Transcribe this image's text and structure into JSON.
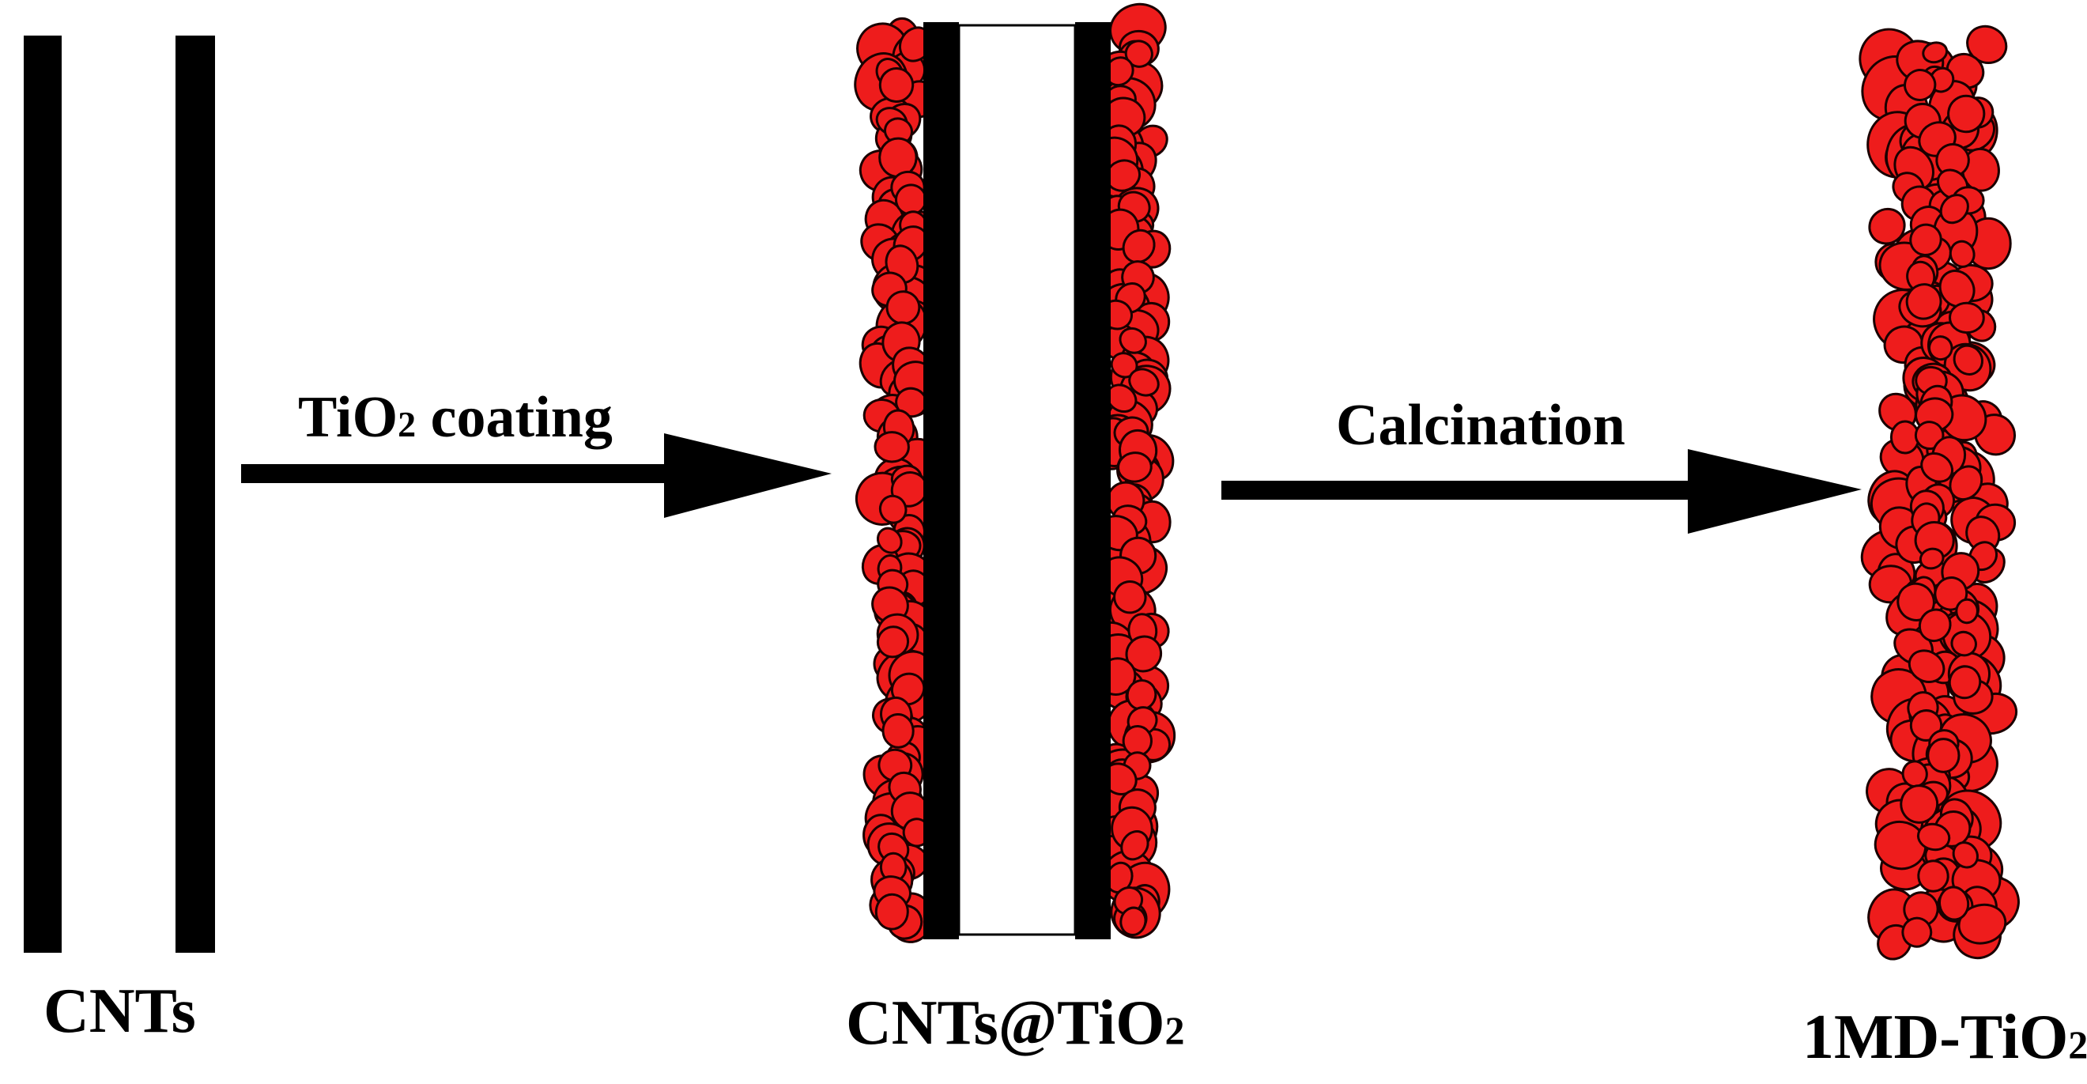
{
  "stages": [
    {
      "id": "cnts",
      "label": "CNTs"
    },
    {
      "id": "cnts-tio2",
      "label": "CNTs@TiO",
      "subscript": "2"
    },
    {
      "id": "1md-tio2",
      "label": "1MD-TiO",
      "subscript": "2"
    }
  ],
  "steps": [
    {
      "id": "coating",
      "label": "TiO",
      "subscript": "2",
      "label_rest": " coating"
    },
    {
      "id": "calcination",
      "label": "Calcination"
    }
  ],
  "colors": {
    "tube": "#000000",
    "particle_fill": "#ee1c1c",
    "particle_stroke": "#1a0000",
    "background": "#ffffff"
  }
}
